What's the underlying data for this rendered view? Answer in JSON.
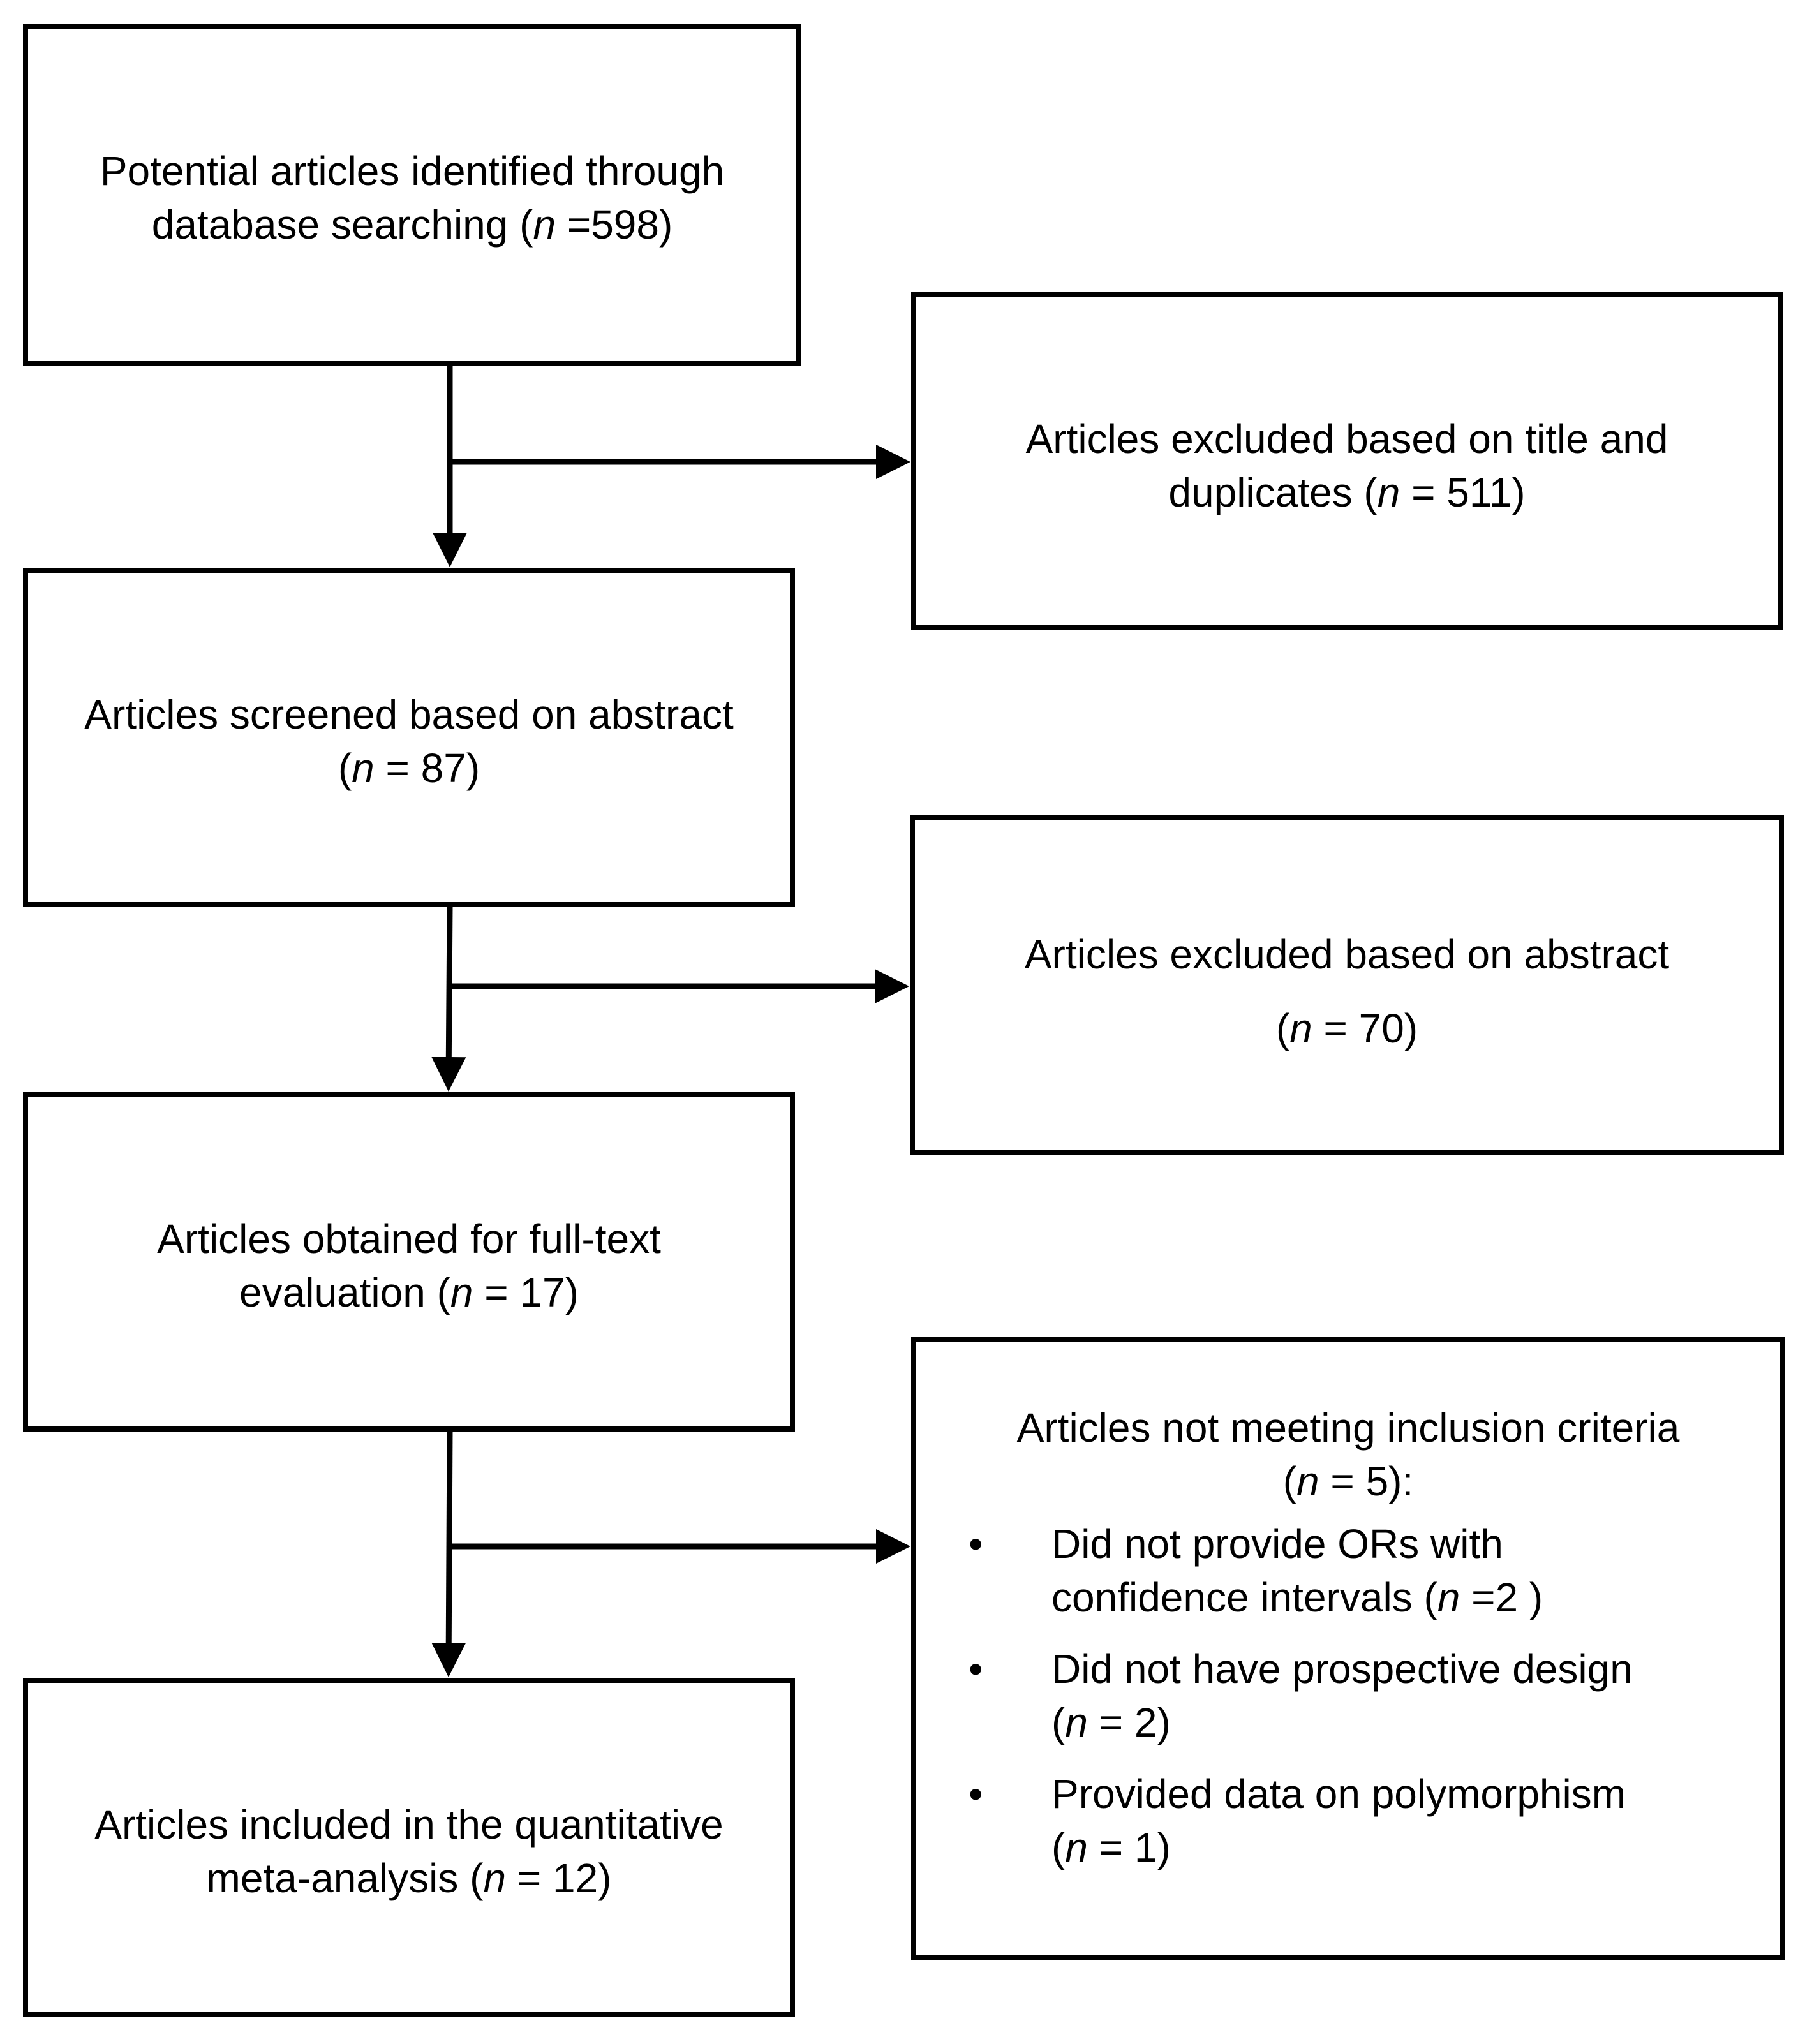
{
  "boxes": {
    "identified": {
      "line1": "Potential articles identified through",
      "line2_prefix": "database searching (",
      "n_symbol": "n",
      "line2_suffix": " =598)"
    },
    "excluded_title": {
      "line1": "Articles excluded based on title and",
      "line2_prefix": "duplicates (",
      "n_symbol": "n",
      "line2_suffix": " = 511)"
    },
    "screened": {
      "line1": "Articles screened based on abstract",
      "line2_prefix": "(",
      "n_symbol": "n",
      "line2_suffix": " = 87)"
    },
    "excluded_abstract": {
      "line1": "Articles excluded based on abstract",
      "line2_prefix": "(",
      "n_symbol": "n",
      "line2_suffix": " = 70)"
    },
    "fulltext": {
      "line1": "Articles obtained for full-text",
      "line2_prefix": "evaluation  (",
      "n_symbol": "n",
      "line2_suffix": " = 17)"
    },
    "not_meeting": {
      "line1": "Articles not meeting inclusion criteria",
      "line2_prefix": "(",
      "n_symbol": "n",
      "line2_suffix": " = 5):",
      "bullet_glyph": "•",
      "reasons": [
        {
          "line1": "Did not provide ORs with",
          "line2_prefix": "confidence intervals (",
          "n_symbol": "n",
          "line2_suffix": " =2 )"
        },
        {
          "line1": "Did not have prospective design",
          "line2_prefix": "(",
          "n_symbol": "n",
          "line2_suffix": " = 2)"
        },
        {
          "line1": "Provided data on polymorphism",
          "line2_prefix": "(",
          "n_symbol": "n",
          "line2_suffix": " = 1)"
        }
      ]
    },
    "included": {
      "line1": "Articles included in the quantitative",
      "line2_prefix": "meta-analysis (",
      "n_symbol": "n",
      "line2_suffix": " = 12)"
    }
  }
}
